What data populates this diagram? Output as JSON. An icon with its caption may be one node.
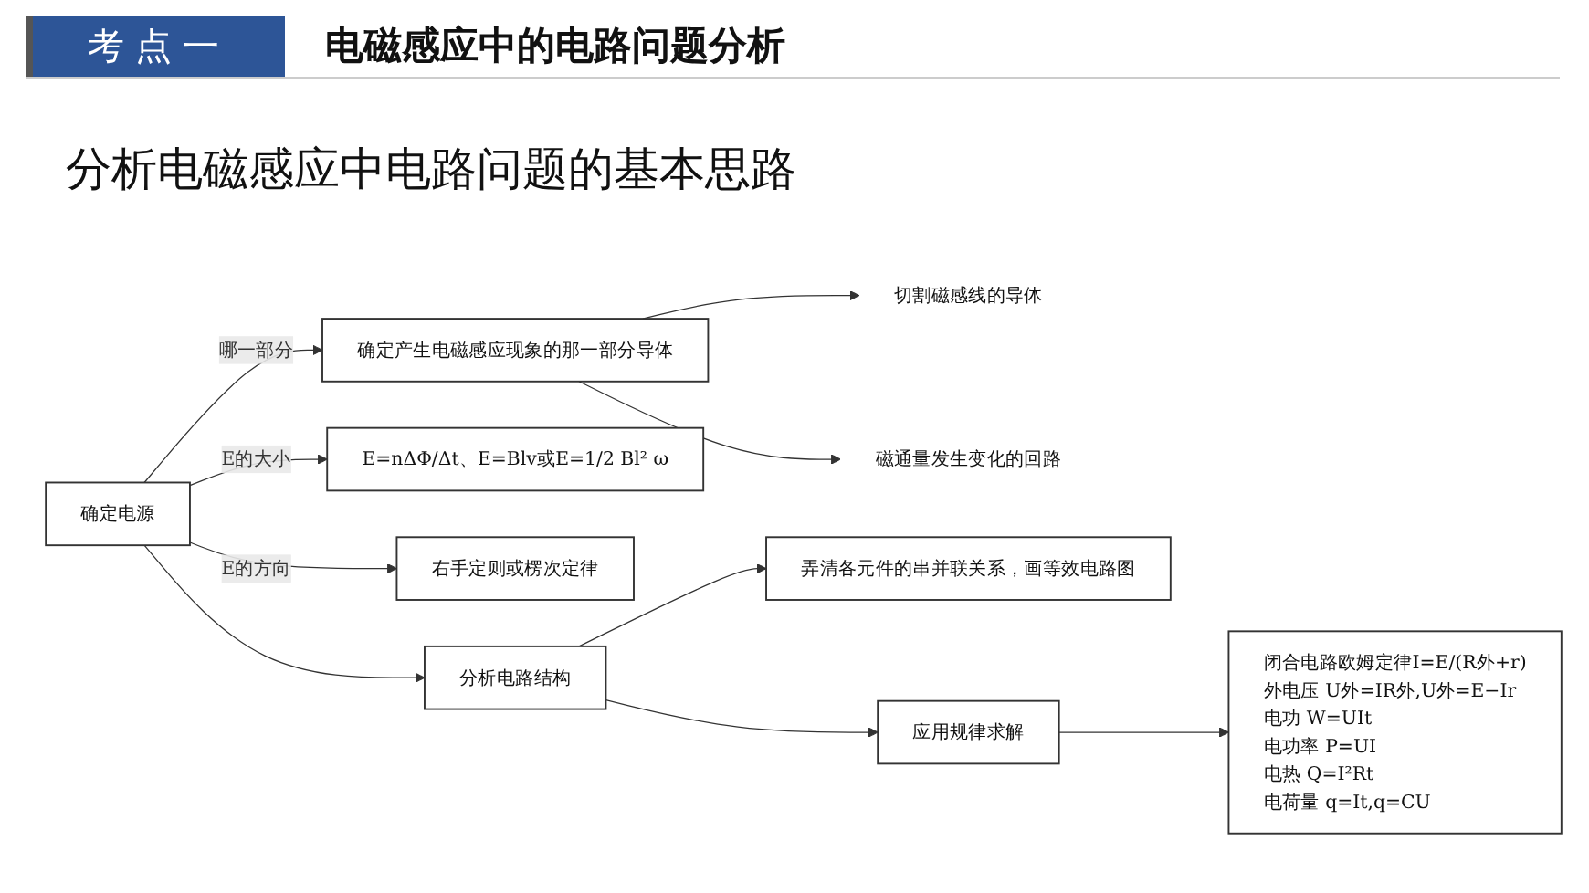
{
  "diagram": {
    "title": "电磁感应中的电路问题分析",
    "nodes": [
      {
        "text": [
          "确定电源"
        ]
      },
      {
        "text": [
          "分析电路结构"
        ]
      },
      {
        "text": [
          "应用规律求解"
        ]
      },
      {
        "text": [
          "确定产生电磁感应现象的那一部分导体"
        ]
      },
      {
        "text": [
          "切割磁感线的导体"
        ]
      },
      {
        "text": [
          "磁通量发生变化的回路"
        ]
      },
      {
        "text": [
          "E=nΔΦ/Δt、E=Blv或E=1/2 Bl² ω"
        ]
      },
      {
        "text": [
          "右手定则或楞次定律"
        ]
      },
      {
        "text": [
          "弄清各元件的串并联关系，画等效电路图"
        ]
      },
      {
        "text": [
          "闭合电路欧姆定律I=E/(R外+r)",
          "外电压 U外=IR外,U外=E−Ir",
          "电功 W=UIt",
          "电功率 P=UI",
          "电热 Q=I²Rt",
          "电荷量 q=It,q=CU"
        ]
      }
    ],
    "edges": [
      {
        "from": 0,
        "to": 3,
        "arrow": "to",
        "label": "哪一部分"
      },
      {
        "from": 0,
        "to": 6,
        "arrow": "to",
        "label": "E的大小"
      },
      {
        "from": 0,
        "to": 7,
        "arrow": "to",
        "label": "E的方向"
      },
      {
        "from": 3,
        "to": 4,
        "arrow": "to"
      },
      {
        "from": 3,
        "to": 5,
        "arrow": "to"
      },
      {
        "from": 0,
        "to": 1,
        "arrow": "to"
      },
      {
        "from": 1,
        "to": 8,
        "arrow": "to"
      },
      {
        "from": 1,
        "to": 2,
        "arrow": "to"
      },
      {
        "from": 2,
        "to": 9,
        "arrow": "to"
      }
    ],
    "labels": [
      "考点一",
      "分析电磁感应中电路问题的基本思路"
    ]
  }
}
